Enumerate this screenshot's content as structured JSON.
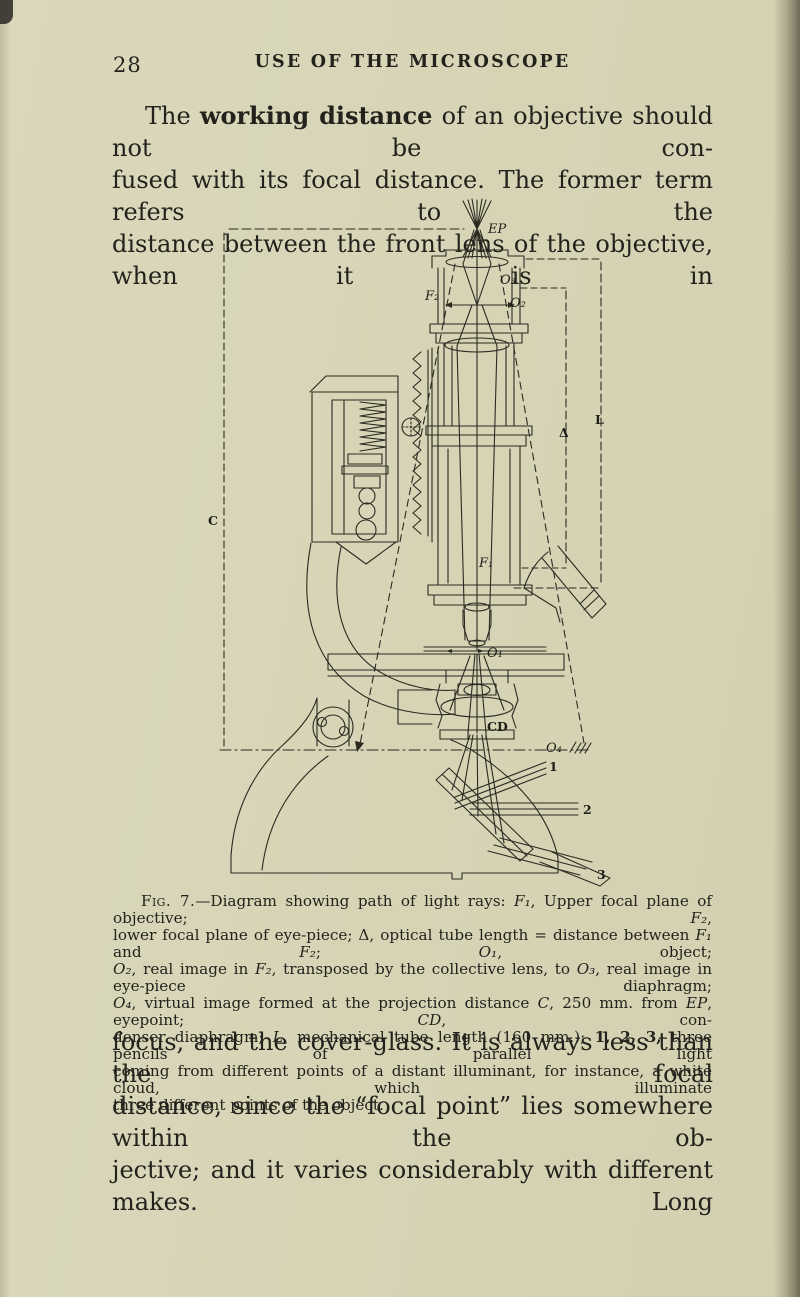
{
  "page": {
    "number": "28",
    "header": "USE OF THE MICROSCOPE"
  },
  "paragraph1": {
    "lines": [
      [
        {
          "t": "The "
        },
        {
          "t": "working distance",
          "b": true
        },
        {
          "t": " of an objective should not be con-"
        }
      ],
      [
        {
          "t": "fused with its focal distance.  The former term refers to the"
        }
      ],
      [
        {
          "t": "distance between the front lens of the objective, when it is in"
        }
      ]
    ]
  },
  "paragraph2": {
    "lines": [
      [
        {
          "t": "focus, and the cover-glass.  It is always less than the focal"
        }
      ],
      [
        {
          "t": "distance, since the “focal point” lies somewhere within the ob-"
        }
      ],
      [
        {
          "t": "jective; and it varies considerably with different makes.  Long"
        }
      ]
    ]
  },
  "figure": {
    "labels": {
      "eyepoint": "EP",
      "image_o3": "O₃",
      "image_o2": "O₂",
      "focal_plane_f2": "F₂",
      "optical_tube_length": "Δ",
      "mechanical_tube_length": "L",
      "projection_distance": "C",
      "focal_plane_f1": "F₁",
      "object_o1": "O₁",
      "condenser_diaphragm": "CD",
      "virtual_image_o4": "O₄",
      "pencil_1": "1",
      "pencil_2": "2",
      "pencil_3": "3"
    },
    "caption_lines": [
      [
        {
          "t": "Fig. 7.",
          "sc": true
        },
        {
          "t": "—Diagram showing path of light rays: "
        },
        {
          "t": "F₁",
          "i": true
        },
        {
          "t": ", Upper focal plane of objective; "
        },
        {
          "t": "F₂",
          "i": true
        },
        {
          "t": ","
        }
      ],
      [
        {
          "t": "lower focal plane of eye-piece; Δ, optical tube length = distance between "
        },
        {
          "t": "F₁",
          "i": true
        },
        {
          "t": " and "
        },
        {
          "t": "F₂",
          "i": true
        },
        {
          "t": "; "
        },
        {
          "t": "O₁",
          "i": true
        },
        {
          "t": ", object;"
        }
      ],
      [
        {
          "t": "O₂",
          "i": true
        },
        {
          "t": ", real image in "
        },
        {
          "t": "F₂",
          "i": true
        },
        {
          "t": ", transposed by the collective lens, to "
        },
        {
          "t": "O₃",
          "i": true
        },
        {
          "t": ", real image in eye-piece diaphragm;"
        }
      ],
      [
        {
          "t": "O₄",
          "i": true
        },
        {
          "t": ", virtual image formed at the projection distance "
        },
        {
          "t": "C",
          "i": true
        },
        {
          "t": ", 250 mm. from "
        },
        {
          "t": "EP",
          "i": true
        },
        {
          "t": ", eyepoint; "
        },
        {
          "t": "CD",
          "i": true
        },
        {
          "t": ", con-"
        }
      ],
      [
        {
          "t": "denser diaphragm; "
        },
        {
          "t": "L",
          "i": true
        },
        {
          "t": ", mechanical tube length (160 mm.); "
        },
        {
          "t": "1, 2, 3,",
          "b": true
        },
        {
          "t": " three pencils of parallel light"
        }
      ],
      [
        {
          "t": "coming from different points of a distant illuminant, for instance, a white cloud, which illuminate"
        }
      ],
      [
        {
          "t": "three different points of the object."
        }
      ]
    ]
  }
}
